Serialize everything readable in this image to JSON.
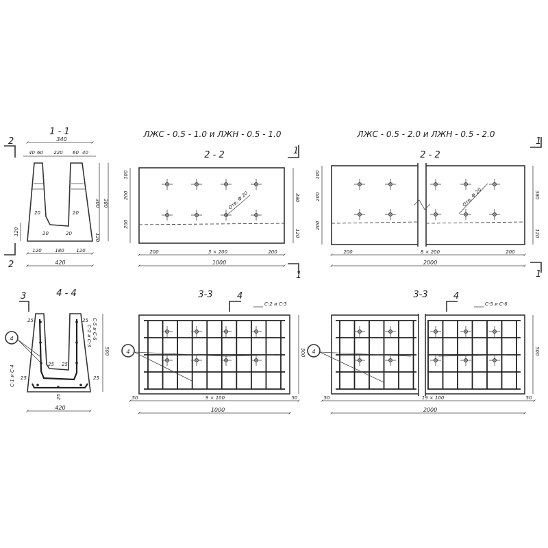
{
  "titles": {
    "left": "ЛЖС - 0.5 - 1.0  и  ЛЖН - 0.5 - 1.0",
    "right": "ЛЖС - 0.5 - 2.0 и ЛЖН - 0.5 - 2.0"
  },
  "section_1_1": {
    "label": "1 - 1",
    "cut_marker": "2",
    "dims_top": [
      "340",
      "40",
      "60",
      "220",
      "60",
      "40"
    ],
    "dims_right": [
      "380",
      "300",
      "120"
    ],
    "dims_left": [
      "120"
    ],
    "dims_inner": [
      "20",
      "20",
      "20",
      "20"
    ],
    "dims_bottom": [
      "120",
      "180",
      "120"
    ],
    "dim_total": "420"
  },
  "section_4_4": {
    "label": "4 - 4",
    "cut_marker": "3",
    "callout": "4",
    "left_vertical": "С-1 и С-4",
    "right_vertical_1": "С-2 и С-3",
    "right_vertical_2": "С-5 и С-6",
    "dims": [
      "25",
      "25",
      "25",
      "25",
      "25",
      "25",
      "25"
    ],
    "dim_right": "500",
    "dim_total": "420"
  },
  "elev_1": {
    "label": "2 - 2",
    "cut_marker": "1",
    "hole_note": "Отв. Ф 20",
    "dims_left": [
      "100",
      "200",
      "200"
    ],
    "dims_right": [
      "380",
      "120"
    ],
    "dims_bottom": [
      "200",
      "3 × 200",
      "200"
    ],
    "dim_total": "1000"
  },
  "elev_2": {
    "label": "2 - 2",
    "cut_marker": "1",
    "hole_note": "Отв. Ф 20",
    "dims_left": [
      "100",
      "200",
      "200"
    ],
    "dims_right": [
      "380",
      "120"
    ],
    "dims_bottom": [
      "200",
      "8 × 200",
      "200"
    ],
    "dim_total": "2000"
  },
  "reinf_1": {
    "label": "3-3",
    "cut_marker": "4",
    "mesh_note": "С-2 и С-3",
    "callout": "4",
    "dims_bottom": [
      "50",
      "9 × 100",
      "50"
    ],
    "dim_total": "1000",
    "dim_right": "500"
  },
  "reinf_2": {
    "label": "3-3",
    "cut_marker": "4",
    "mesh_note": "С-5 и С-6",
    "callout": "4",
    "dims_bottom": [
      "50",
      "19 × 100",
      "50"
    ],
    "dim_total": "2000",
    "dim_right": "500"
  }
}
